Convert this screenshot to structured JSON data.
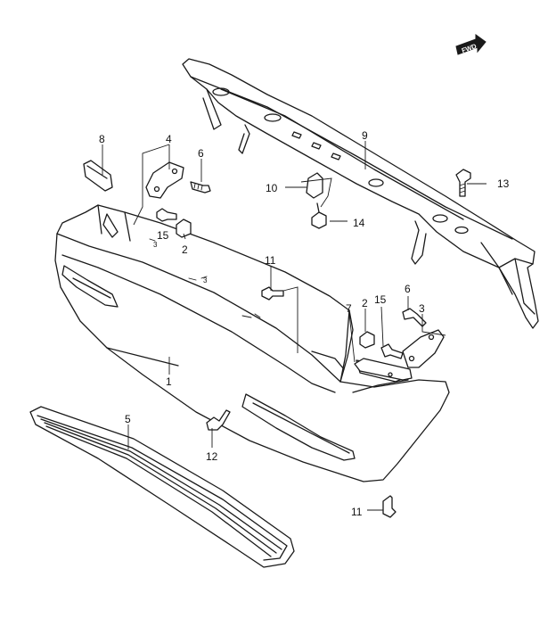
{
  "direction_badge": {
    "text": "FWD"
  },
  "callouts": [
    {
      "id": "c8",
      "label": "8"
    },
    {
      "id": "c4",
      "label": "4"
    },
    {
      "id": "c6a",
      "label": "6"
    },
    {
      "id": "c15a",
      "label": "15"
    },
    {
      "id": "c2a",
      "label": "2"
    },
    {
      "id": "c9",
      "label": "9"
    },
    {
      "id": "c10",
      "label": "10"
    },
    {
      "id": "c13",
      "label": "13"
    },
    {
      "id": "c14",
      "label": "14"
    },
    {
      "id": "c11a",
      "label": "11"
    },
    {
      "id": "c2b",
      "label": "2"
    },
    {
      "id": "c15b",
      "label": "15"
    },
    {
      "id": "c6b",
      "label": "6"
    },
    {
      "id": "c7",
      "label": "7"
    },
    {
      "id": "c3",
      "label": "3"
    },
    {
      "id": "c1",
      "label": "1"
    },
    {
      "id": "c5",
      "label": "5"
    },
    {
      "id": "c12",
      "label": "12"
    },
    {
      "id": "c11b",
      "label": "11"
    }
  ]
}
